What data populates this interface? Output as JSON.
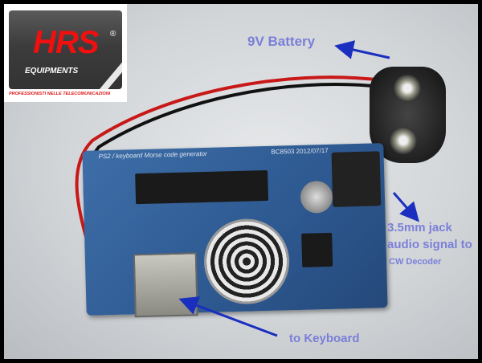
{
  "logo": {
    "brand": "HRS",
    "registered": "®",
    "subtitle": "EQUIPMENTS",
    "tagline": "PROFESSIONISTI NELLE TELECOMUNICAZIONI"
  },
  "annotations": {
    "battery": "9V Battery",
    "jack_line1": "3.5mm jack",
    "jack_line2": "audio signal to",
    "jack_line3": "CW Decoder",
    "keyboard": "to Keyboard"
  },
  "board": {
    "silkscreen": "PS2 / keyboard Morse code generator",
    "code": "BC8503  2012/07/17"
  },
  "colors": {
    "annotation": "#7a7fd8",
    "arrow": "#1a2fbf",
    "pcb": "#2d5890"
  }
}
